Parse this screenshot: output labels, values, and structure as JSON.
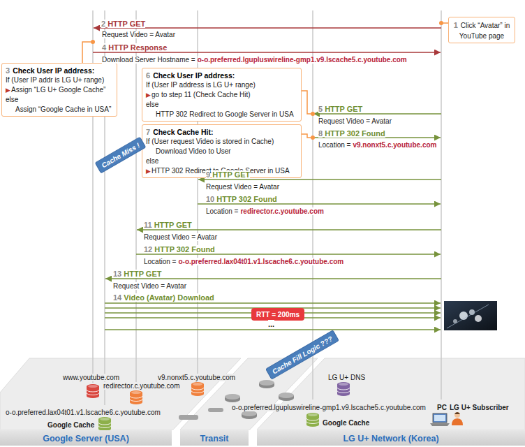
{
  "diagram": {
    "nodes": [
      {
        "text": [
          "1",
          "Click “Avatar” in YouTube page"
        ]
      },
      {
        "text": [
          "3",
          "Check User IP address:",
          "If (User IP addr is LG U+ range)",
          "▶",
          "Assign “LG U+ Google Cache”",
          "else",
          "Assign “Google Cache in USA”"
        ]
      },
      {
        "text": [
          "6",
          "Check User IP address:",
          "If (User IP address is LG U+ range)",
          "▶",
          "go to step 11 (Check Cache Hit)",
          "else",
          "HTTP 302 Redirect to Google Server in USA"
        ]
      },
      {
        "text": [
          "7",
          "Check Cache Hit:",
          "If (User request Video is stored in Cache)",
          "Download Video to User",
          "else",
          "▶",
          "HTTP 302 Redirect to Google Server in USA"
        ]
      },
      {
        "text": [
          "Cache Miss !"
        ]
      },
      {
        "text": [
          "RTT = 200ms"
        ]
      },
      {
        "text": [
          "Cache Fill Logic ???"
        ]
      },
      {
        "text": [
          "Google Server (USA)"
        ]
      },
      {
        "text": [
          "Transit"
        ]
      },
      {
        "text": [
          "LG U+ Network (Korea)"
        ]
      }
    ],
    "labels": [
      "2",
      "HTTP GET",
      "Request Video = Avatar",
      "4",
      "HTTP Response",
      "Download Server Hostname =",
      "o-o.preferred.lgupluswireline-gmp1.v9.lscache5.c.youtube.com",
      "5",
      "HTTP GET",
      "Request Video = Avatar",
      "8",
      "HTTP 302 Found",
      "Location =",
      "v9.nonxt5.c.youtube.com",
      "9",
      "HTTP GET",
      "Request Video = Avatar",
      "10",
      "HTTP 302 Found",
      "Location =",
      "redirector.c.youtube.com",
      "11",
      "HTTP GET",
      "Request Video = Avatar",
      "12",
      "HTTP 302 Found",
      "Location =",
      "o-o.preferred.lax04t01.v1.lscache6.c.youtube.com",
      "13",
      "HTTP GET",
      "Request Video = Avatar",
      "14",
      "Video (Avatar) Download",
      "...",
      "www.youtube.com",
      "redirector.c.youtube.com",
      "v9.nonxt5.c.youtube.com",
      "o-o.preferred.lax04t01.v1.lscache6.c.youtube.com",
      "Google Cache",
      "LG U+ DNS",
      "o-o.preferred.lgupluswireline-gmp1.v9.lscache5.c.youtube.com",
      "Google Cache",
      "PC",
      "LG U+ Subscriber"
    ]
  }
}
